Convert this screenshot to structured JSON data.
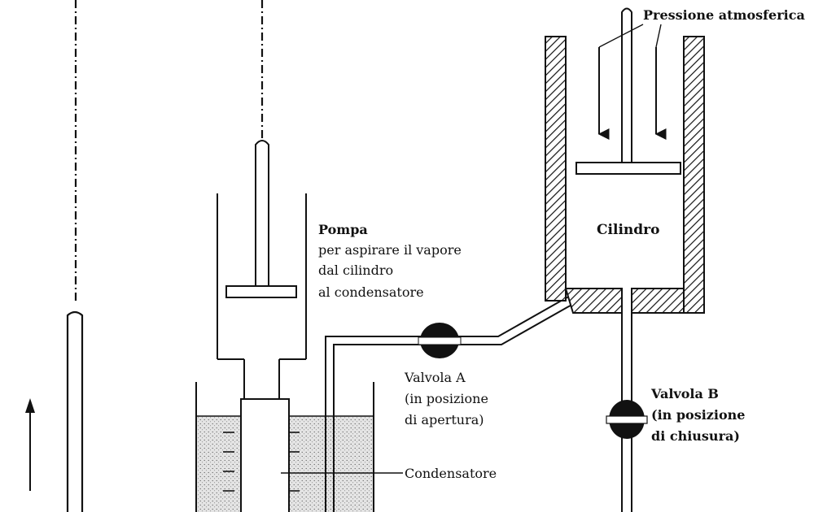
{
  "labels": {
    "pressione": "Pressione atmosferica",
    "cilindro": "Cilindro",
    "pompa_title": "Pompa",
    "pompa_line1": "per aspirare il vapore",
    "pompa_line2": "dal cilindro",
    "pompa_line3": "al condensatore",
    "valvola_a_title": "Valvola A",
    "valvola_a_line1": "(in posizione",
    "valvola_a_line2": "di apertura)",
    "valvola_b_title": "Valvola B",
    "valvola_b_line1": "(in posizione",
    "valvola_b_line2": "di chiusura)",
    "condensatore": "Condensatore"
  },
  "valves": {
    "A": {
      "state": "open"
    },
    "B": {
      "state": "closed"
    }
  },
  "colors": {
    "ink": "#111111",
    "water": "#d9d9d9",
    "paper": "#ffffff"
  }
}
